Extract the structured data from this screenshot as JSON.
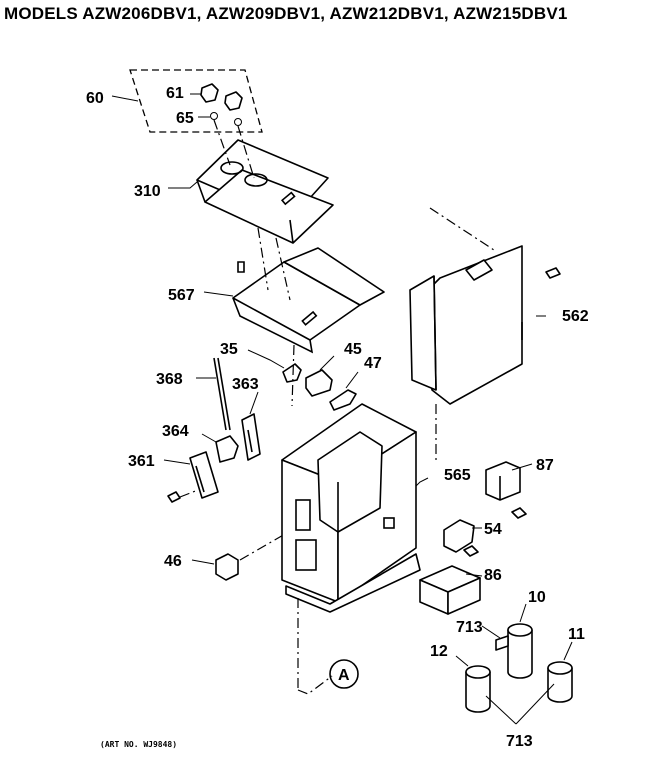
{
  "header": {
    "title": "MODELS AZW206DBV1, AZW209DBV1, AZW212DBV1, AZW215DBV1"
  },
  "footer": {
    "art_no": "(ART NO. WJ9848)"
  },
  "callouts": {
    "p60": "60",
    "p61": "61",
    "p65": "65",
    "p310": "310",
    "p567": "567",
    "p35": "35",
    "p45": "45",
    "p47": "47",
    "p368": "368",
    "p363": "363",
    "p364": "364",
    "p361": "361",
    "p46": "46",
    "p562": "562",
    "p565": "565",
    "p87": "87",
    "p54": "54",
    "p86": "86",
    "p10": "10",
    "p713a": "713",
    "p12": "12",
    "p11": "11",
    "p713b": "713",
    "pA": "A"
  }
}
